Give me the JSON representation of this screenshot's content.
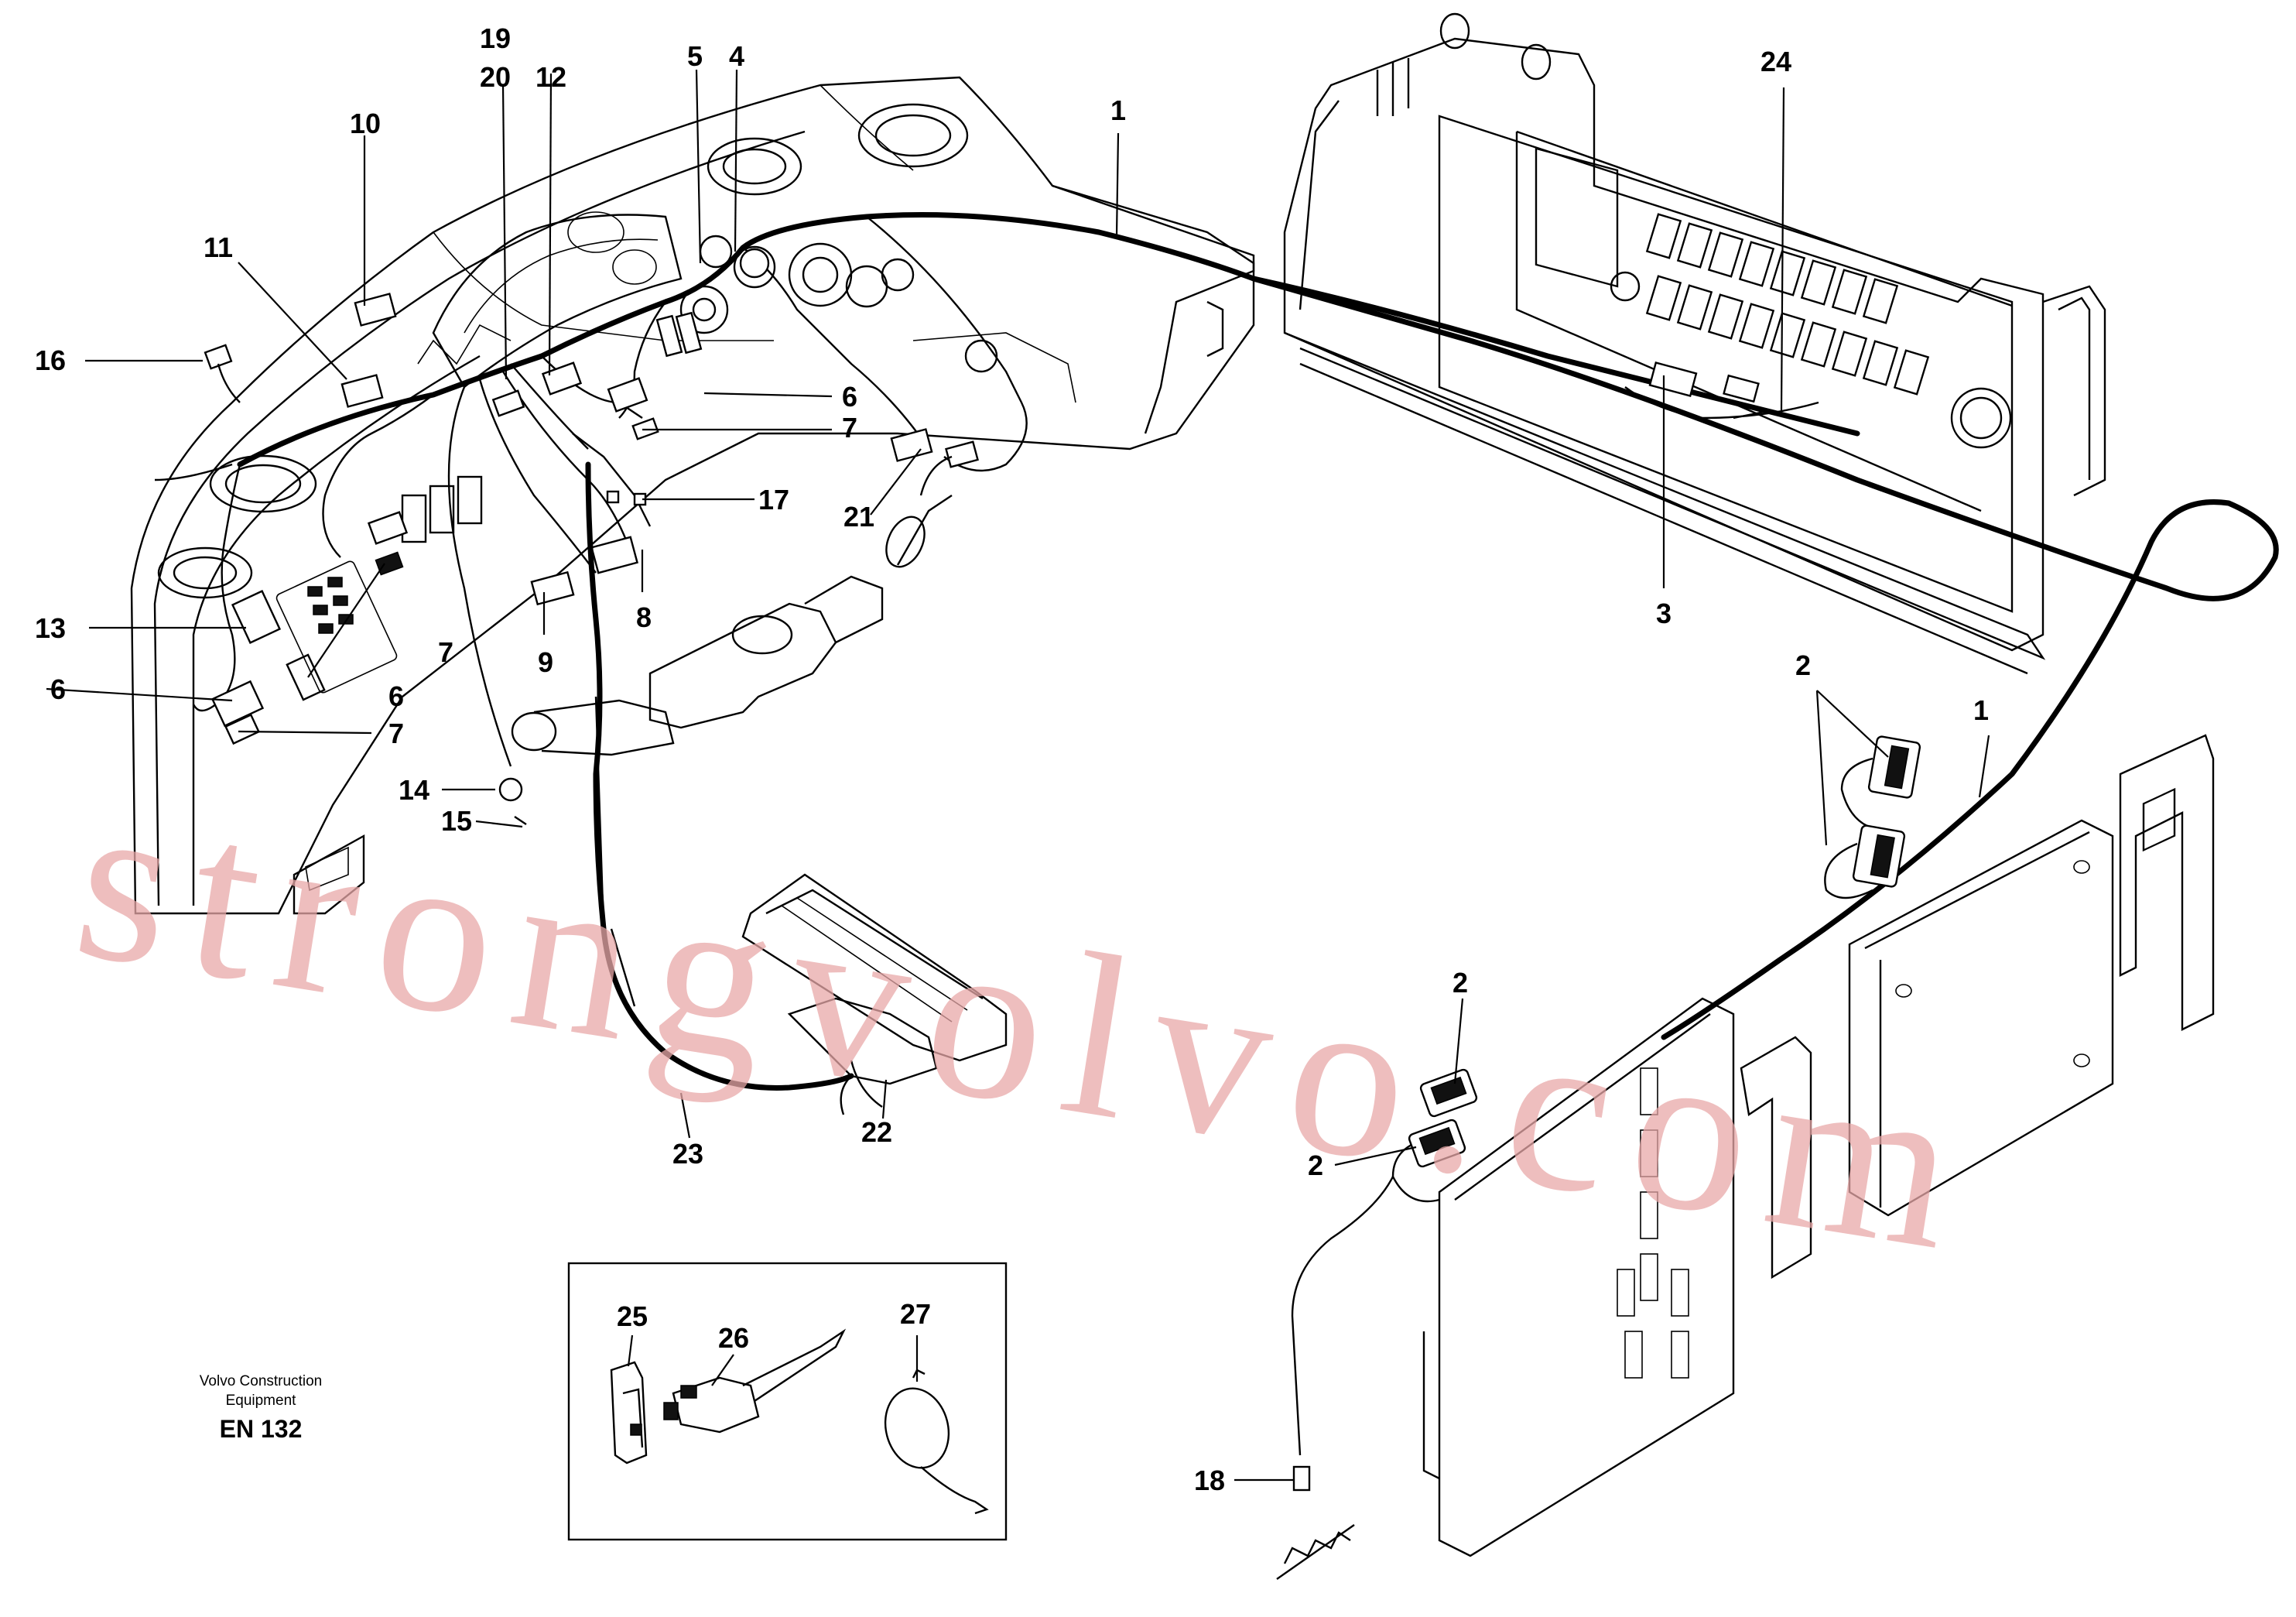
{
  "diagram": {
    "footer": {
      "manufacturer_line1": "Volvo Construction",
      "manufacturer_line2": "Equipment",
      "drawing_code": "EN 132"
    },
    "watermark": "strongvolvo.com",
    "callouts": {
      "c1a": "1",
      "c1b": "1",
      "c2a": "2",
      "c2b": "2",
      "c2c": "2",
      "c3": "3",
      "c4": "4",
      "c5": "5",
      "c6a": "6",
      "c6b": "6",
      "c6c": "6",
      "c7a": "7",
      "c7b": "7",
      "c7c": "7",
      "c8": "8",
      "c9": "9",
      "c10": "10",
      "c11": "11",
      "c12": "12",
      "c13": "13",
      "c14": "14",
      "c15": "15",
      "c16": "16",
      "c17": "17",
      "c18": "18",
      "c19": "19",
      "c20": "20",
      "c21": "21",
      "c22": "22",
      "c23": "23",
      "c24": "24",
      "c25": "25",
      "c26": "26",
      "c27": "27"
    }
  }
}
